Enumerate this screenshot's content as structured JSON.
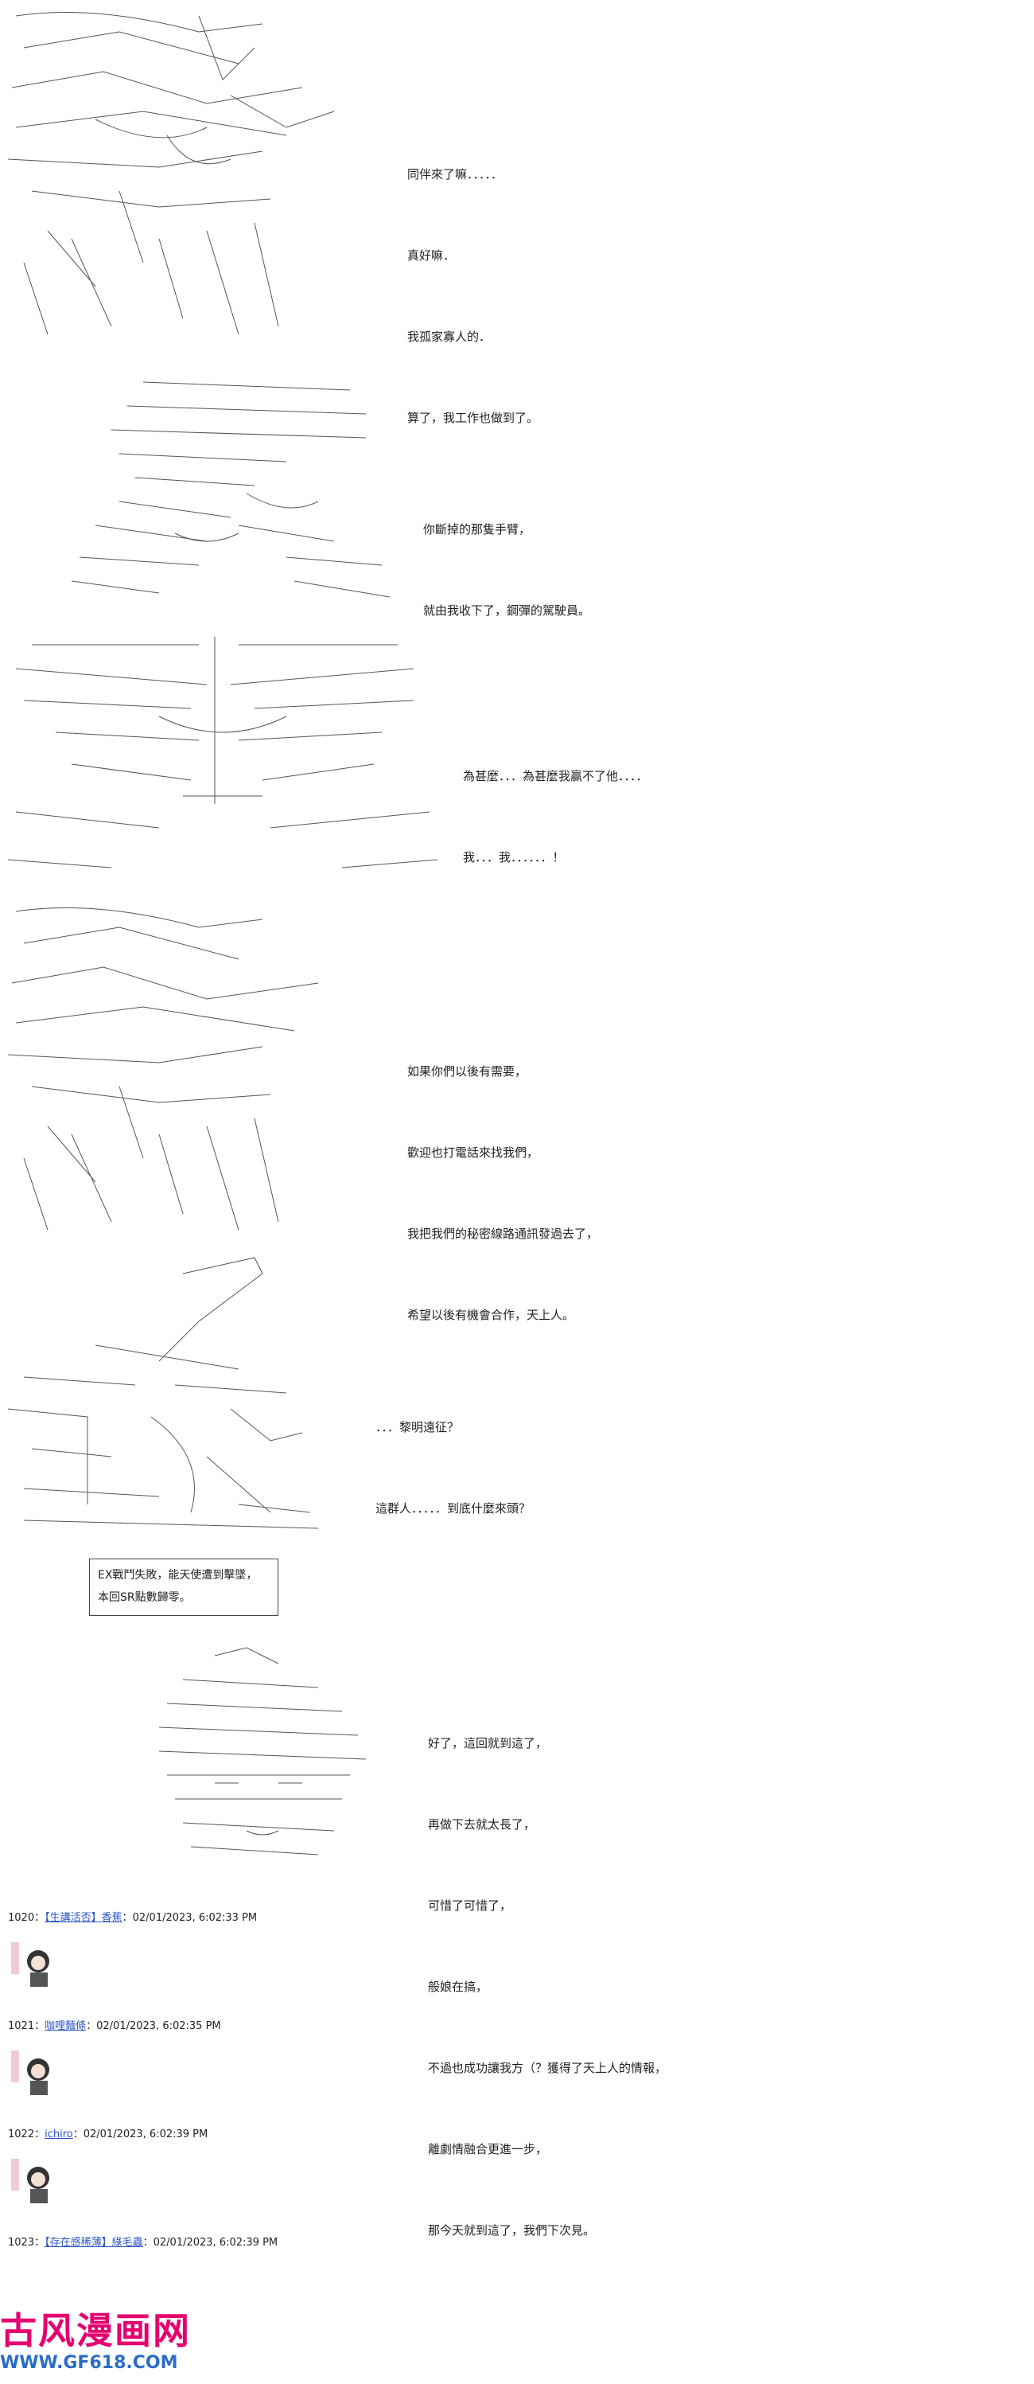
{
  "panels": [
    {
      "id": "p1",
      "lines": [
        "同伴來了嘛．．．．．",
        "真好嘛．",
        "我孤家寡人的．",
        "算了，我工作也做到了。"
      ]
    },
    {
      "id": "p2",
      "lines": [
        "你斷掉的那隻手臂，",
        "就由我收下了，鋼彈的駕駛員。"
      ]
    },
    {
      "id": "p3",
      "lines": [
        "為甚麼．．．為甚麼我贏不了他．．．．",
        "我．．．我．．．．．．！"
      ]
    },
    {
      "id": "p4",
      "lines": [
        "如果你們以後有需要，",
        "歡迎也打電話來找我們，",
        "我把我們的秘密線路通訊發過去了，",
        "希望以後有機會合作，天上人。"
      ]
    },
    {
      "id": "p5",
      "lines": [
        "．．．黎明遠征？",
        "這群人．．．．．到底什麼來頭？"
      ]
    },
    {
      "id": "p6",
      "lines": [
        "好了，這回就到這了，",
        "再做下去就太長了，",
        "可惜了可惜了，",
        "般娘在搞，",
        "不過也成功讓我方（？獲得了天上人的情報，",
        "離劇情融合更進一步，",
        "那今天就到這了，我們下次見。"
      ]
    }
  ],
  "note": {
    "lines": [
      "EX戰鬥失敗，能天使遭到擊墜，",
      "本回SR點數歸零。"
    ]
  },
  "posts": [
    {
      "number": "1020",
      "prefix": "：",
      "name": "【生講活否】香蕉",
      "datetime": "：02/01/2023, 6:02:33 PM"
    },
    {
      "number": "1021",
      "prefix": "：",
      "name": "咖哩麵條",
      "datetime": "：02/01/2023, 6:02:35 PM"
    },
    {
      "number": "1022",
      "prefix": "：",
      "name": "ichiro",
      "datetime": "：02/01/2023, 6:02:39 PM"
    },
    {
      "number": "1023",
      "prefix": "：",
      "name": "【存在感稀薄】綠毛蟲",
      "datetime": "：02/01/2023, 6:02:39 PM"
    }
  ],
  "watermark": {
    "site_name": "古风漫画网",
    "url": "WWW.GF618.COM"
  },
  "colors": {
    "link": "#2a55c7",
    "watermark_pink": "#e4006f",
    "watermark_blue": "#2b6cc4"
  }
}
